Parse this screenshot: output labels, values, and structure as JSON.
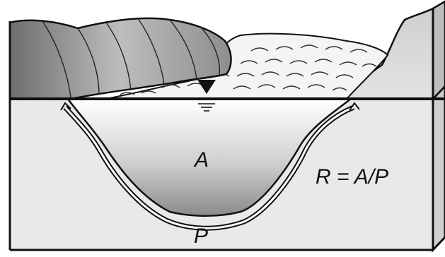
{
  "diagram": {
    "labels": {
      "area": "A",
      "perimeter": "P",
      "formula": "R = A/P"
    },
    "icons": {
      "water_surface": "water-surface-triangle-symbol",
      "perimeter_arrows": "arrow-up-icon"
    },
    "colors": {
      "outline": "#111111",
      "block_face": "#e8e8e8",
      "water_shadow": "#9a9a9a",
      "background": "#ffffff"
    }
  }
}
